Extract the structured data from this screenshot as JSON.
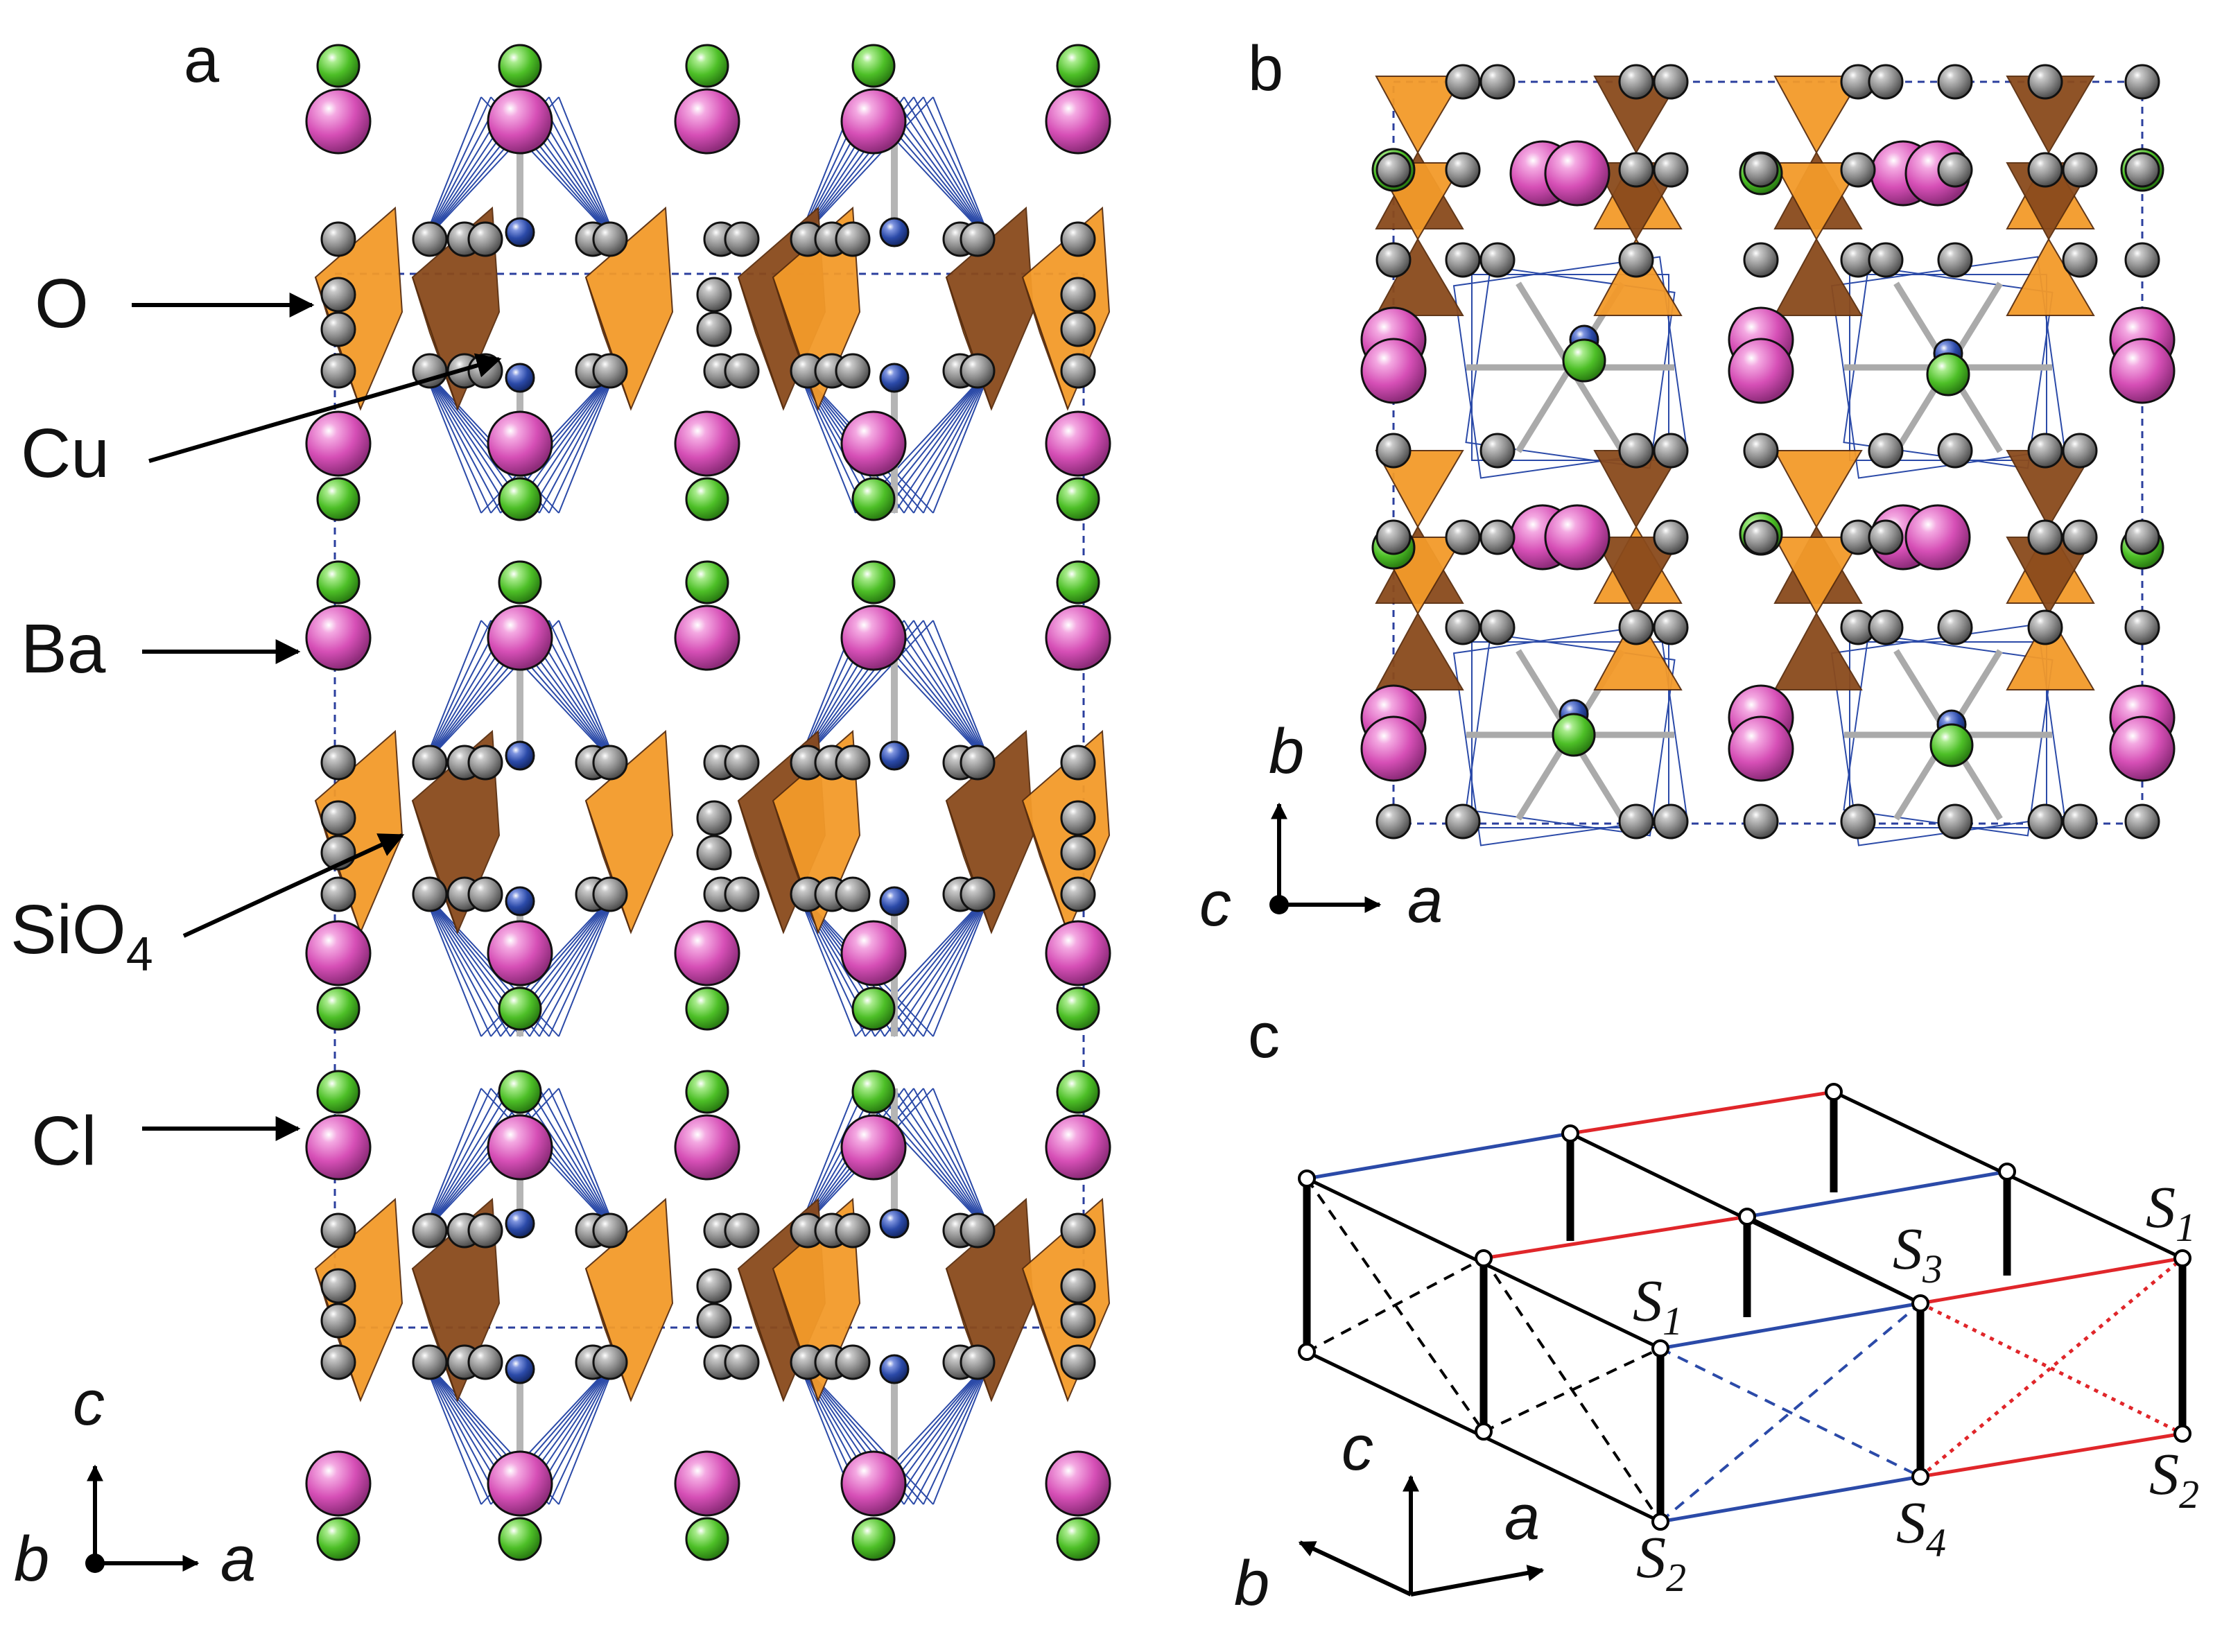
{
  "panel_a": {
    "panel_label": "a",
    "atom_labels": {
      "o": "O",
      "cu": "Cu",
      "ba": "Ba",
      "sio4_main": "SiO",
      "sio4_sub": "4",
      "cl": "Cl"
    },
    "axes": {
      "vertical": "c",
      "horizontal": "a",
      "out_of_plane": "b"
    }
  },
  "panel_b": {
    "panel_label": "b",
    "axes": {
      "vertical": "b",
      "horizontal": "a",
      "out_of_plane": "c"
    }
  },
  "panel_c": {
    "panel_label": "c",
    "site_labels": {
      "s1_front": {
        "main": "S",
        "sub": "1"
      },
      "s2_front": {
        "main": "S",
        "sub": "2"
      },
      "s3": {
        "main": "S",
        "sub": "3"
      },
      "s4": {
        "main": "S",
        "sub": "4"
      },
      "s1_right": {
        "main": "S",
        "sub": "1"
      },
      "s2_right": {
        "main": "S",
        "sub": "2"
      }
    },
    "axes": {
      "vertical": "c",
      "horizontal": "a",
      "diagonal": "b"
    },
    "bond_colors": {
      "blue": "#2b4aa8",
      "red": "#e0262a",
      "black": "#000000"
    }
  },
  "colors": {
    "barium": "#d64fb6",
    "chlorine": "#4dbf27",
    "oxygen": "#8c8c8c",
    "copper": "#2b4aa8",
    "sio4_light": "#f39a2a",
    "sio4_dark": "#8a4a1c",
    "cell": "#2b3f9e"
  }
}
